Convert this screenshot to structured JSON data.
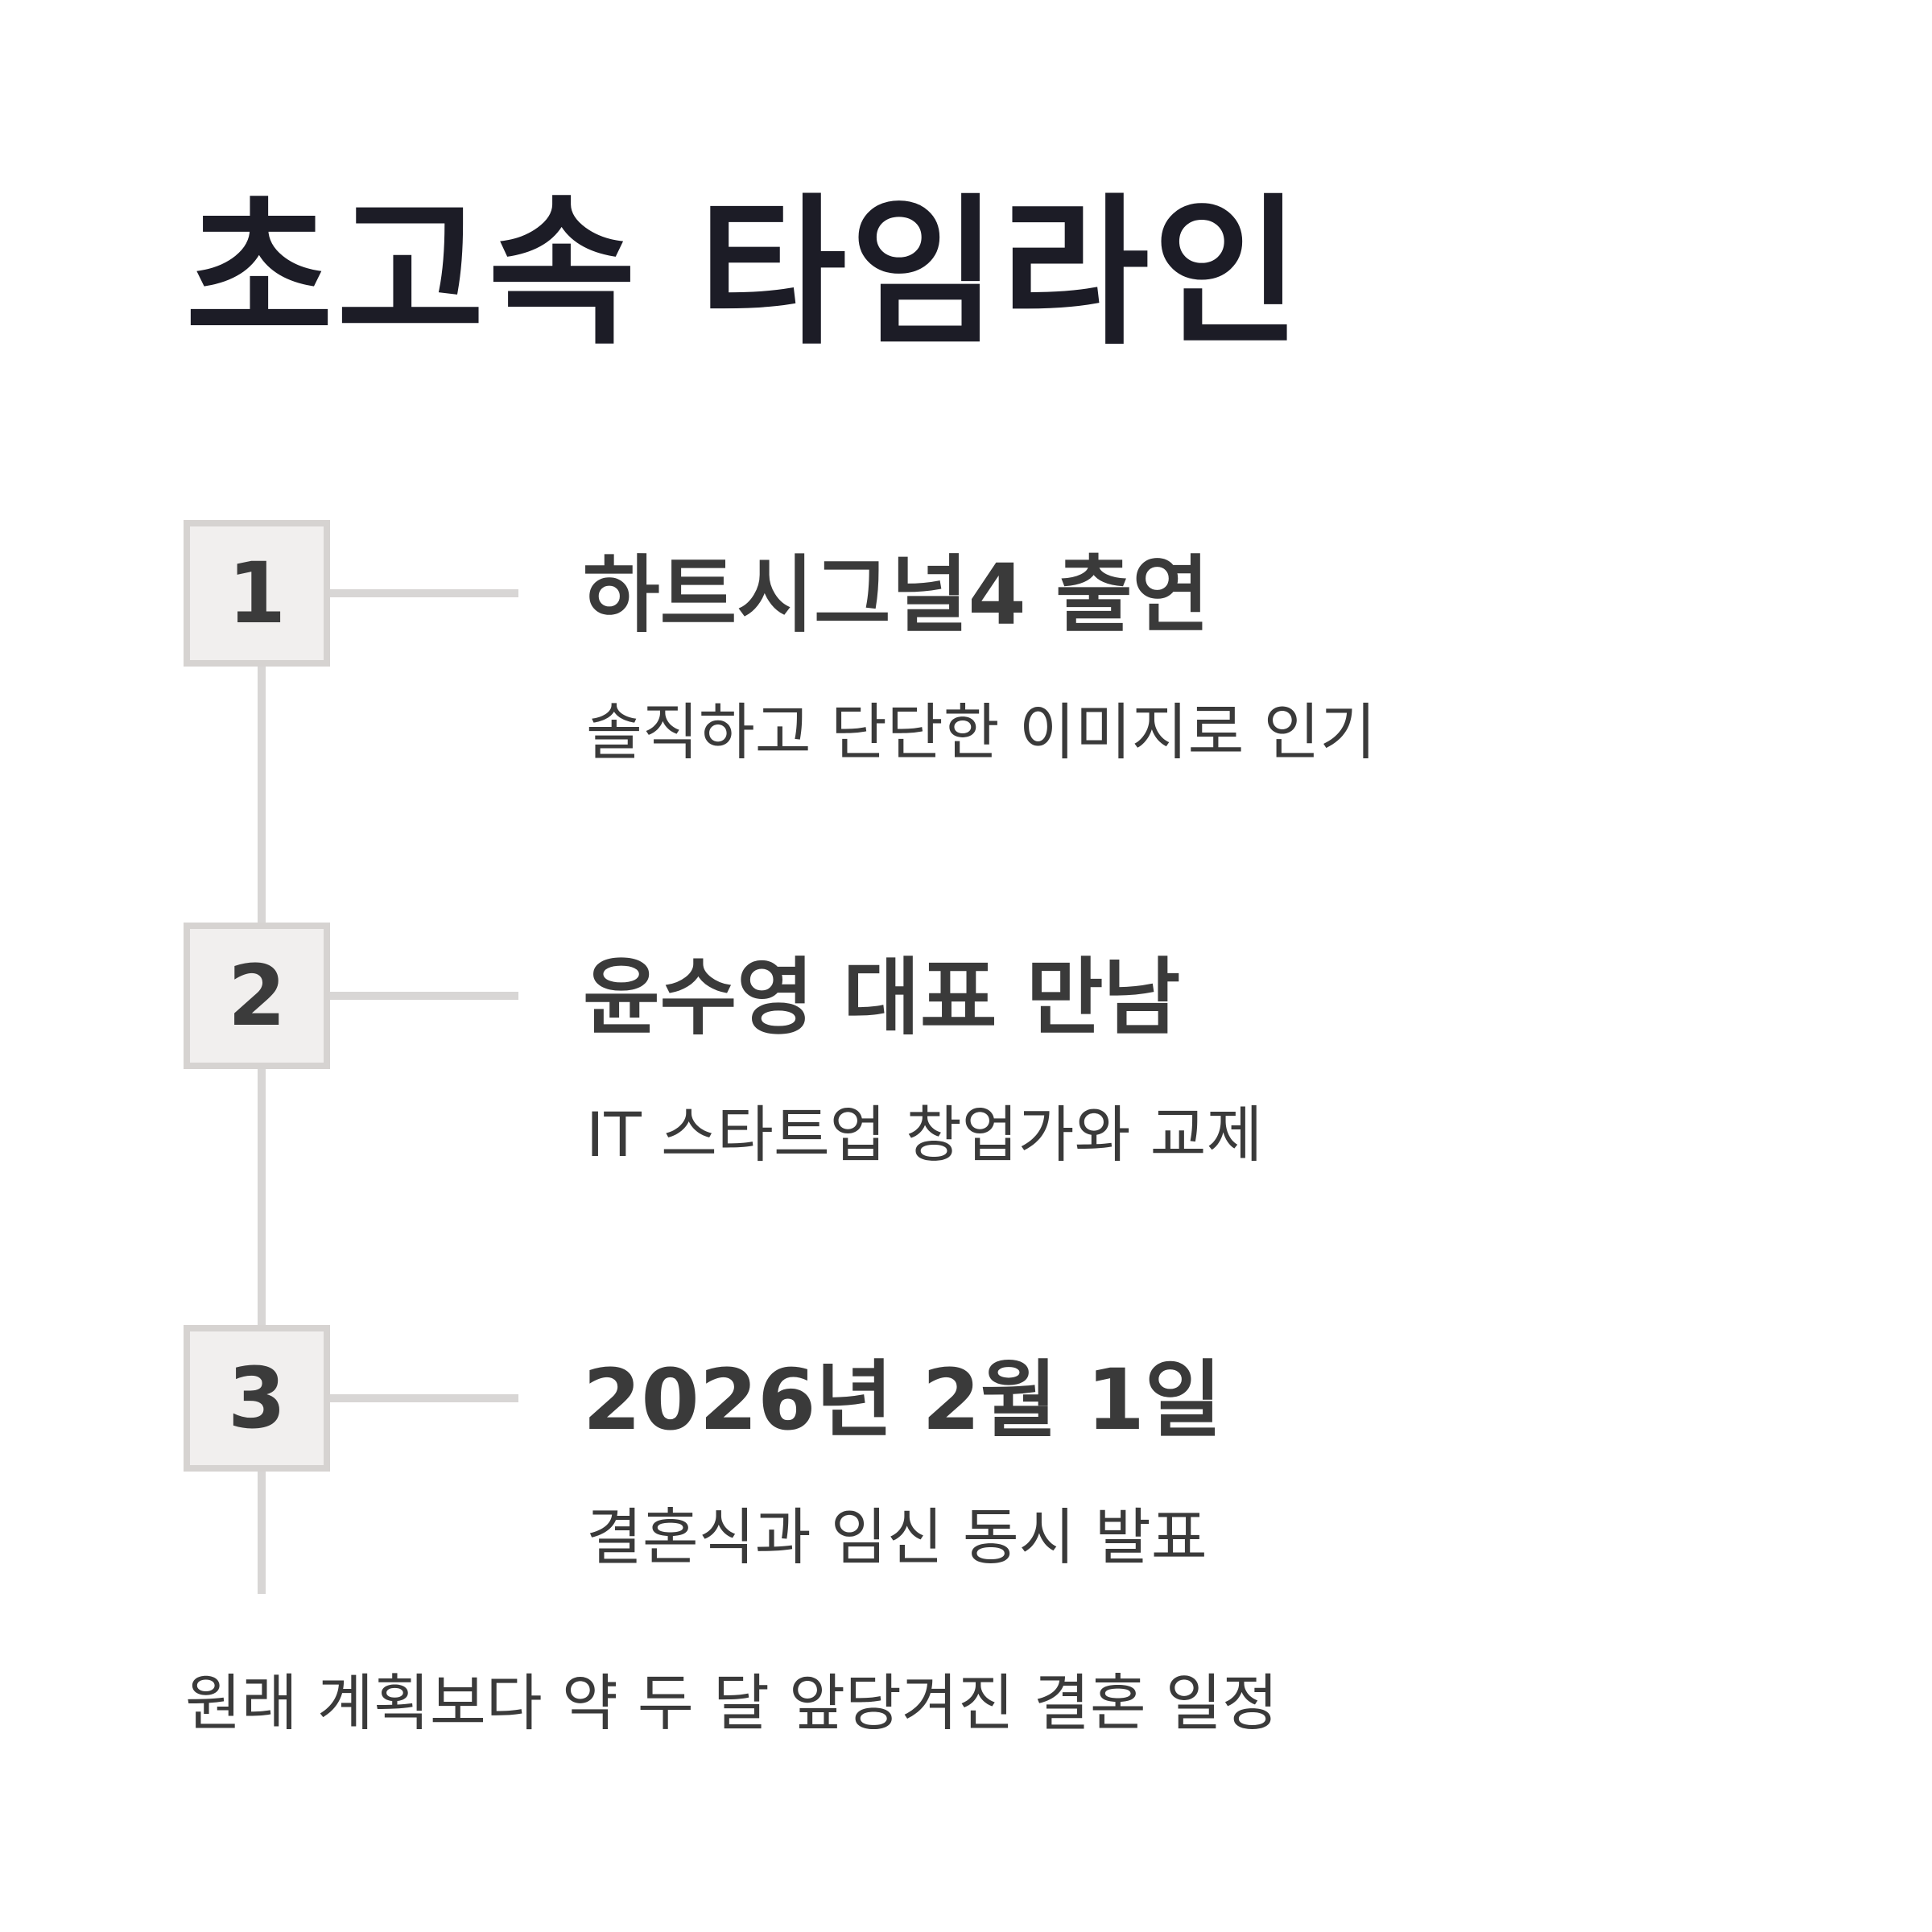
{
  "title": "초고속 타임라인",
  "steps": [
    {
      "number": "1",
      "title": "하트시그널4 출연",
      "description": "솔직하고 단단한 이미지로 인기"
    },
    {
      "number": "2",
      "title": "윤수영 대표 만남",
      "description": "IT 스타트업 창업가와 교제"
    },
    {
      "number": "3",
      "title": "2026년 2월 1일",
      "description": "결혼식과 임신 동시 발표"
    }
  ],
  "footnote": "원래 계획보다 약 두 달 앞당겨진 결혼 일정",
  "colors": {
    "title": "#1c1c26",
    "text": "#3a3a3a",
    "badge_fill": "#f1efee",
    "badge_border": "#d6d3d1",
    "line": "#d8d6d5"
  }
}
